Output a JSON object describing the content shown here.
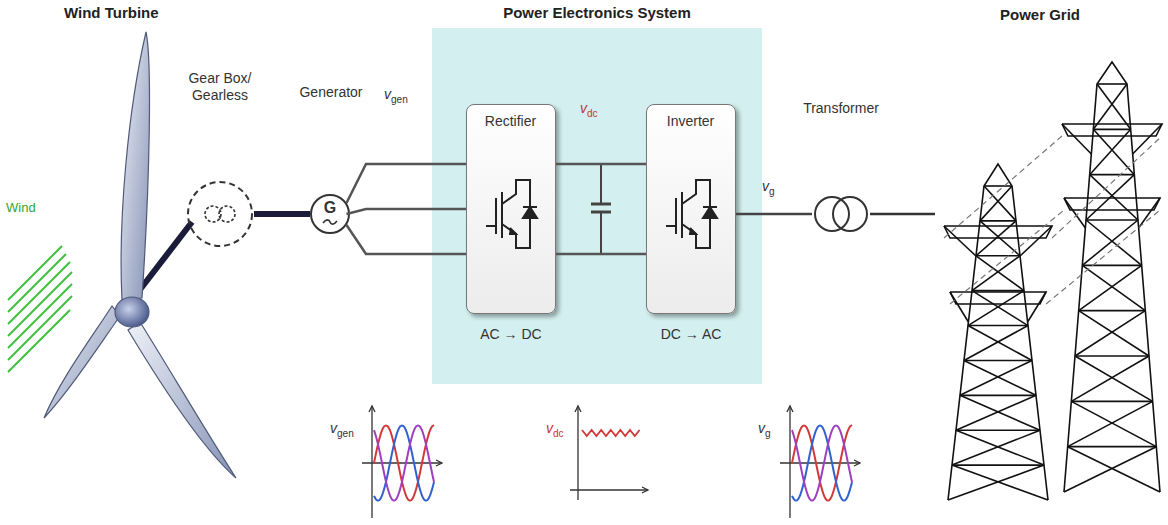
{
  "diagram": {
    "nodes": [
      {
        "text": [
          "Gear Box/ Gearless"
        ]
      },
      {
        "text": [
          "Generator",
          "G"
        ]
      },
      {
        "text": [
          "Power Electronics System"
        ]
      },
      {
        "text": [
          "Rectifier",
          "AC → DC"
        ],
        "in": 2
      },
      {
        "text": [
          "Inverter",
          "DC → AC"
        ],
        "in": 2
      },
      {
        "text": [
          "Transformer"
        ]
      }
    ],
    "edges": [
      {
        "from": 0,
        "to": 1,
        "arrow": "none"
      },
      {
        "from": 1,
        "to": 3,
        "arrow": "none"
      },
      {
        "from": 3,
        "to": 4,
        "arrow": "none"
      },
      {
        "from": 4,
        "to": 5,
        "arrow": "none"
      }
    ],
    "labels": [
      "Wind Turbine",
      "Wind",
      "vgen",
      "vdc",
      "vg",
      "Power Grid",
      "vgen",
      "vdc",
      "vg"
    ]
  }
}
